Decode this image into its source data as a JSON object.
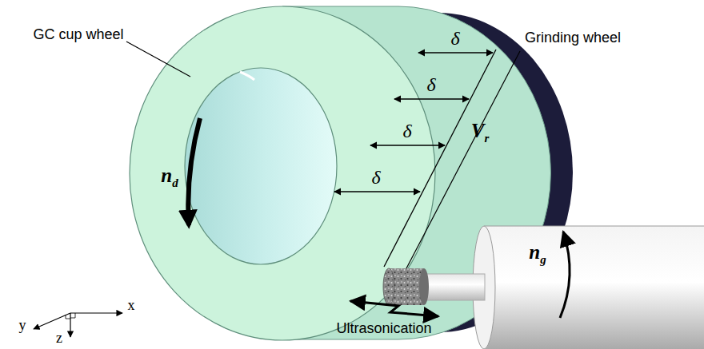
{
  "diagram": {
    "labels": [
      "GC cup wheel",
      "δ",
      "δ",
      "δ",
      "Vr",
      "δ",
      "Grinding wheel",
      "nd",
      "ng",
      "Ultrasonication",
      "x",
      "y",
      "z"
    ]
  }
}
